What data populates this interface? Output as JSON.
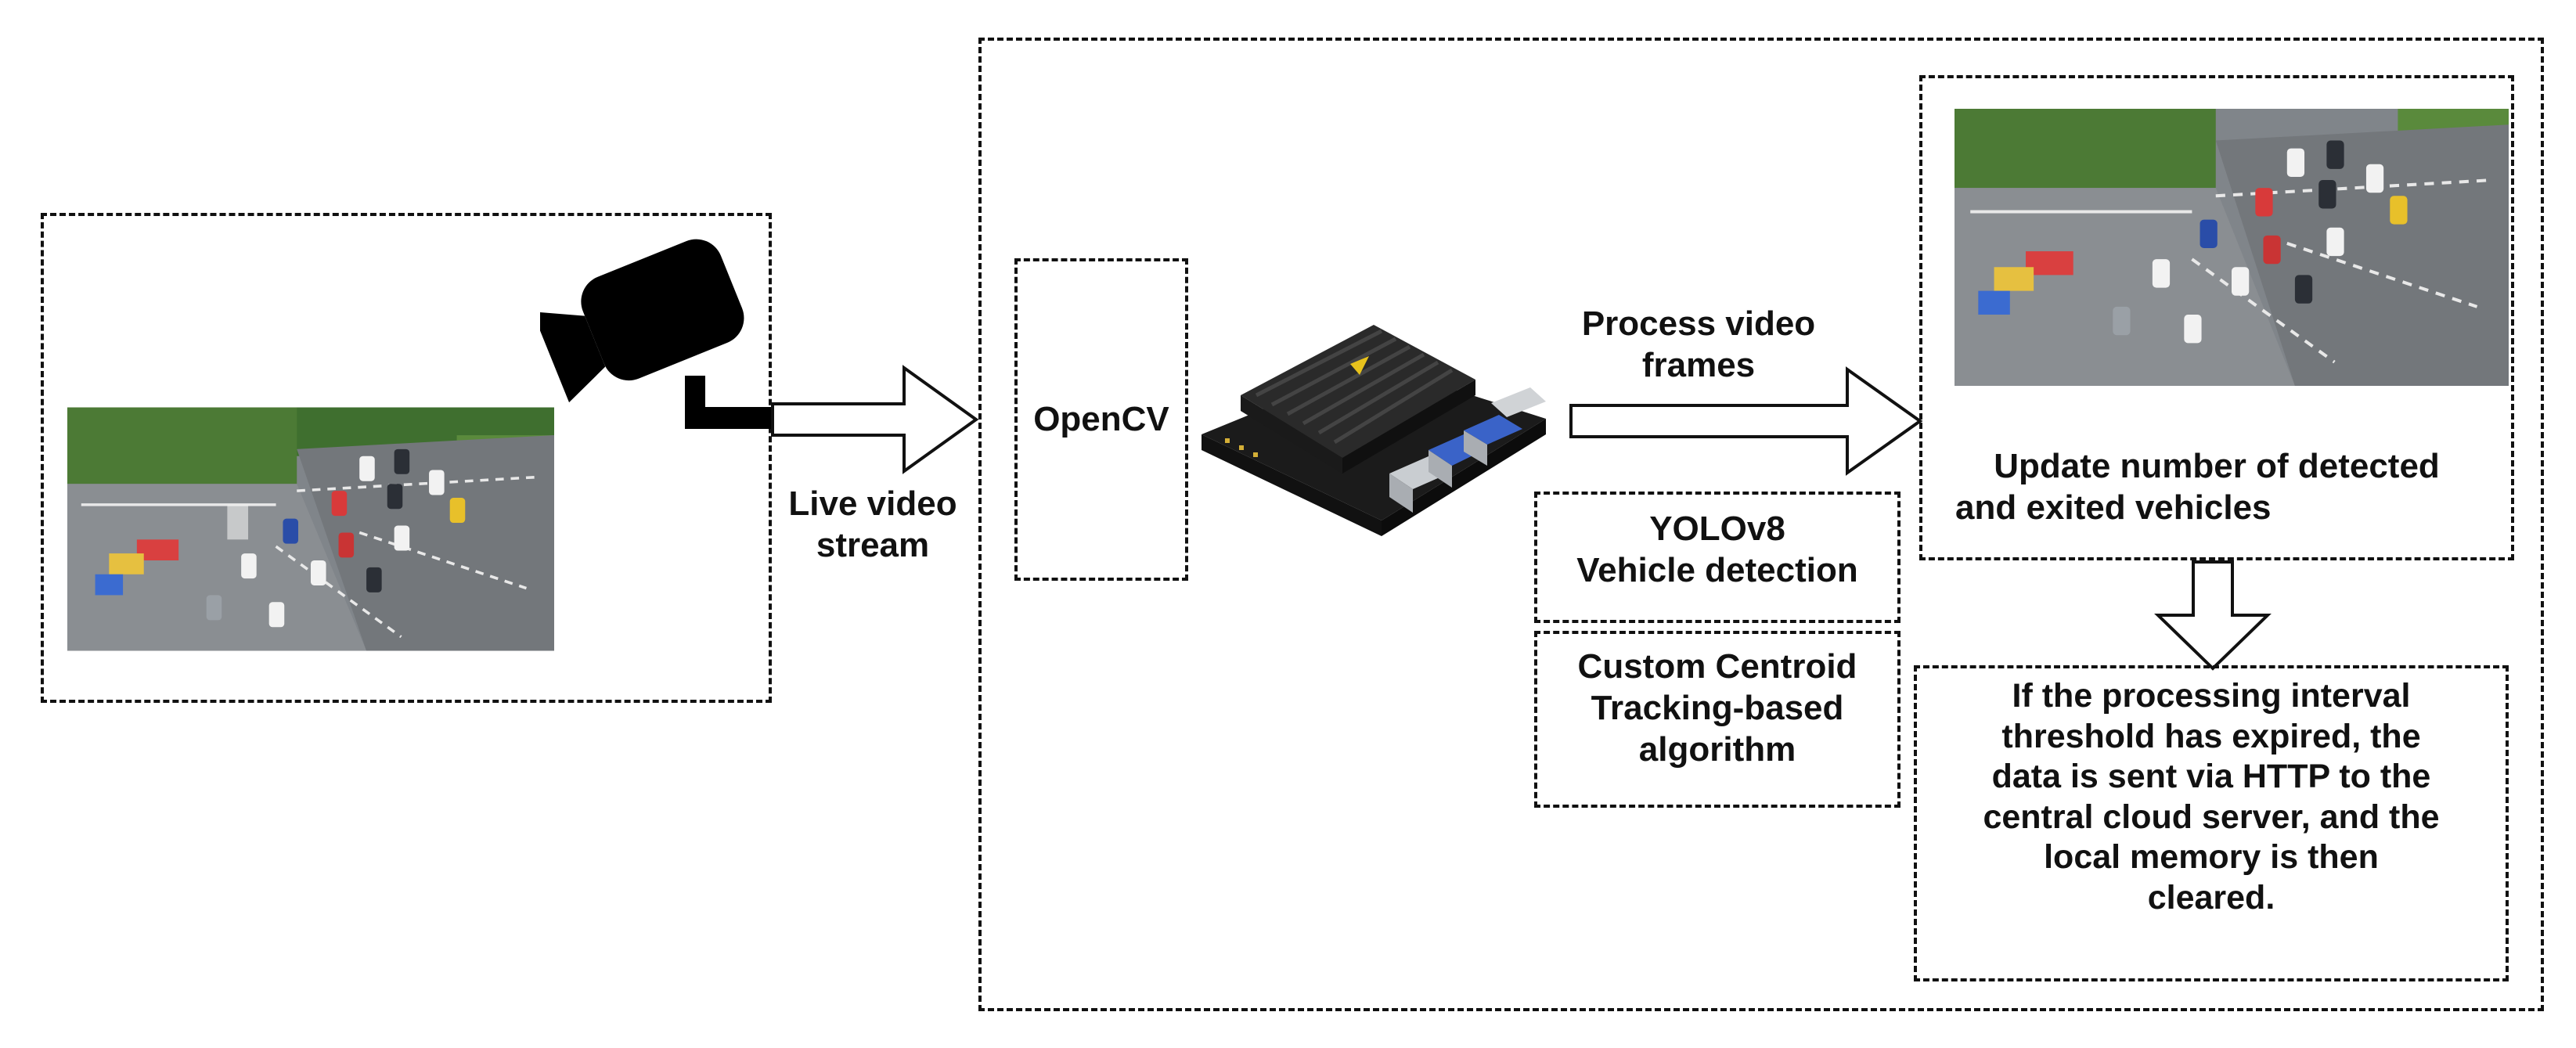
{
  "labels": {
    "live_video": "Live video",
    "stream": "stream",
    "opencv": "OpenCV",
    "process_line1": "Process video",
    "process_line2": "frames",
    "yolo_line1": "YOLOv8",
    "yolo_line2": "Vehicle detection",
    "custom_line1": "Custom Centroid",
    "custom_line2": "Tracking-based",
    "custom_line3": "algorithm",
    "update_line1": "Update number of detected",
    "update_line2": "and exited vehicles",
    "http_line1": "If the processing interval",
    "http_line2": "threshold has expired, the",
    "http_line3": "data is sent via HTTP to the",
    "http_line4": "central cloud server, and the",
    "http_line5": "local memory is then",
    "http_line6": "cleared."
  },
  "icons": {
    "camera": "camera-icon",
    "board": "jetson-board-icon",
    "traffic": "traffic-intersection-image"
  },
  "colors": {
    "line": "#111111",
    "road": "#7a7d80",
    "grass": "#3f6f2f"
  }
}
